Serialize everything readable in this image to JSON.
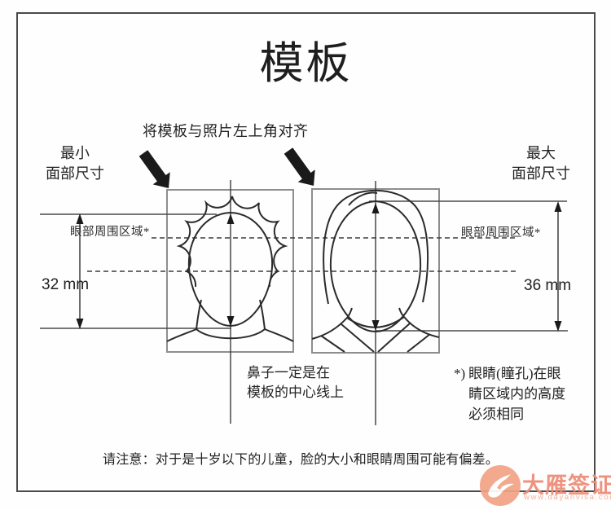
{
  "page": {
    "title": "模板"
  },
  "annotations": {
    "align_instruction": "将模板与照片左上角对齐",
    "min_face": {
      "line1": "最小",
      "line2": "面部尺寸"
    },
    "max_face": {
      "line1": "最大",
      "line2": "面部尺寸"
    },
    "eye_area_left": "眼部周围区域*",
    "eye_area_right": "眼部周围区域*",
    "min_height": "32 mm",
    "max_height": "36 mm",
    "nose_note": {
      "line1": "鼻子一定是在",
      "line2": "模板的中心线上"
    },
    "eye_footnote": {
      "marker": "*)",
      "line1": "眼睛(瞳孔)在眼",
      "line2": "睛区域内的高度",
      "line3": "必须相同"
    },
    "bottom_note": "请注意：对于是十岁以下的儿童，脸的大小和眼睛周围可能有偏差。"
  },
  "watermark": {
    "brand": "大雁签证",
    "url": "www.dayanvisa.com",
    "brand_color": "#ec8a75",
    "url_color": "#f3ab94",
    "circle_color": "#f2a285"
  },
  "colors": {
    "border": "#4a4a4a",
    "photo_frame": "#8e8e8e",
    "guide_line": "#3c3c3c",
    "face_line": "#2b2b2b",
    "arrow_fill": "#1a1a1a"
  }
}
